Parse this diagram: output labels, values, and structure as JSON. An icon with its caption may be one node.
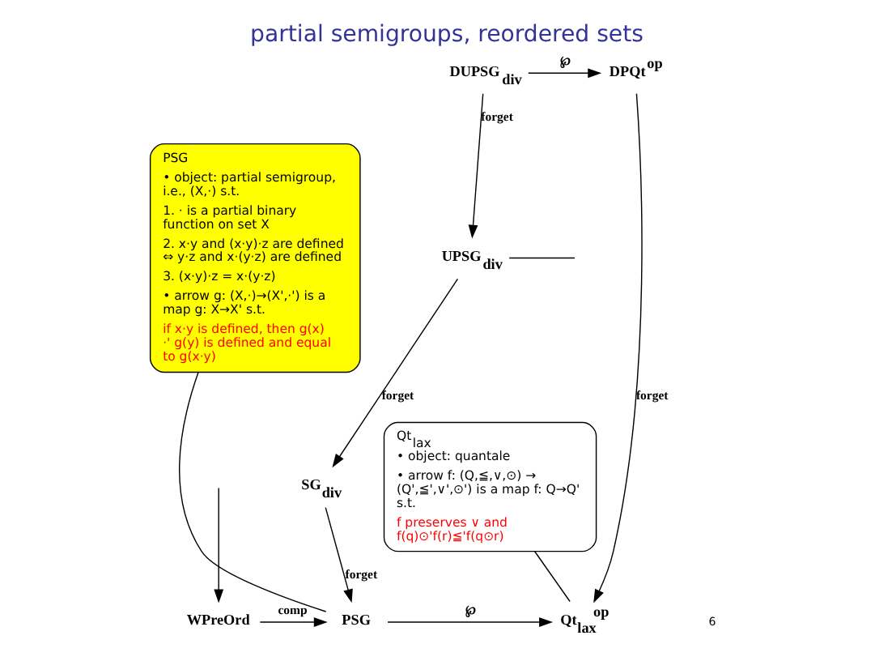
{
  "diagram": {
    "title": "partial semigroups, reordered sets",
    "nodes": [
      {
        "text": [
          "PSG",
          "• object: partial semigroup, i.e., (X,·) s.t.",
          "1. · is a partial binary function on set X",
          "2. x·y and (x·y)·z are defined ⇔ y·z and x·(y·z) are defined",
          "3. (x·y)·z = x·(y·z)",
          "• arrow g: (X,·)→(X',·') is a map g: X→X' s.t.",
          "if x·y is defined, then g(x) ·' g(y) is defined and equal to g(x·y)"
        ]
      },
      {
        "text": [
          "DUPSG$_{div}$"
        ]
      },
      {
        "text": [
          "DPQt$^{op}$"
        ]
      },
      {
        "text": [
          "UPSG$_{div}$"
        ]
      },
      {
        "text": [
          "SG$_{div}$"
        ]
      },
      {
        "text": [
          "WPreOrd"
        ]
      },
      {
        "text": [
          "PSG"
        ]
      },
      {
        "text": [
          "Qt$_{lax}$$^{op}$"
        ]
      },
      {
        "text": [
          "Qt$_{lax}$",
          "• object: quantale",
          "• arrow f: (Q,≦,∨,⊙) → (Q',≦',∨',⊙') is a map f: Q→Q' s.t.",
          "f preserves ∨ and f(q)⊙'f(r)≦'f(q⊙r)"
        ]
      }
    ],
    "edges": [
      {
        "from": 1,
        "to": 2,
        "arrow": "to",
        "label": "℘"
      },
      {
        "from": 1,
        "to": 3,
        "arrow": "to",
        "label": "forget"
      },
      {
        "from": 2,
        "to": 7,
        "arrow": "to",
        "label": "forget"
      },
      {
        "from": 3,
        "to": 4,
        "arrow": "to",
        "label": "forget"
      },
      {
        "from": 3,
        "to": null,
        "arrow": "none"
      },
      {
        "from": 4,
        "to": 6,
        "arrow": "to",
        "label": "forget"
      },
      {
        "from": null,
        "to": 5,
        "arrow": "to"
      },
      {
        "from": 5,
        "to": 6,
        "arrow": "to",
        "label": "comp"
      },
      {
        "from": 6,
        "to": 7,
        "arrow": "to",
        "label": "℘"
      },
      {
        "from": 0,
        "to": 6,
        "arrow": "none"
      },
      {
        "from": 8,
        "to": 7,
        "arrow": "none"
      }
    ],
    "labels": [
      "6"
    ]
  }
}
